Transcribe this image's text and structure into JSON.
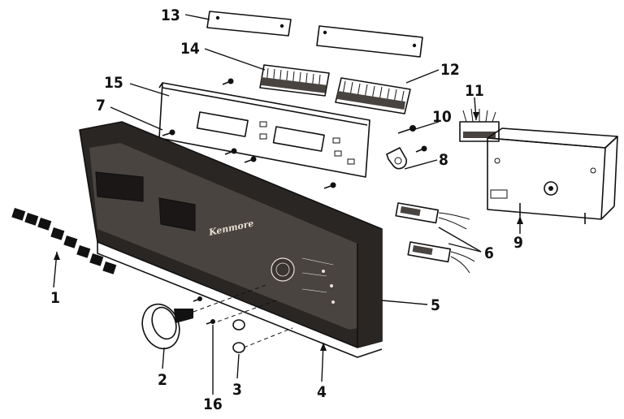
{
  "diagram": {
    "brand_text": "Kenmore",
    "callouts": [
      {
        "id": "1",
        "label": "1"
      },
      {
        "id": "2",
        "label": "2"
      },
      {
        "id": "3",
        "label": "3"
      },
      {
        "id": "4",
        "label": "4"
      },
      {
        "id": "5",
        "label": "5"
      },
      {
        "id": "6",
        "label": "6"
      },
      {
        "id": "7",
        "label": "7"
      },
      {
        "id": "8",
        "label": "8"
      },
      {
        "id": "9",
        "label": "9"
      },
      {
        "id": "10",
        "label": "10"
      },
      {
        "id": "11",
        "label": "11"
      },
      {
        "id": "12",
        "label": "12"
      },
      {
        "id": "13",
        "label": "13"
      },
      {
        "id": "14",
        "label": "14"
      },
      {
        "id": "15",
        "label": "15"
      },
      {
        "id": "16",
        "label": "16"
      }
    ]
  }
}
